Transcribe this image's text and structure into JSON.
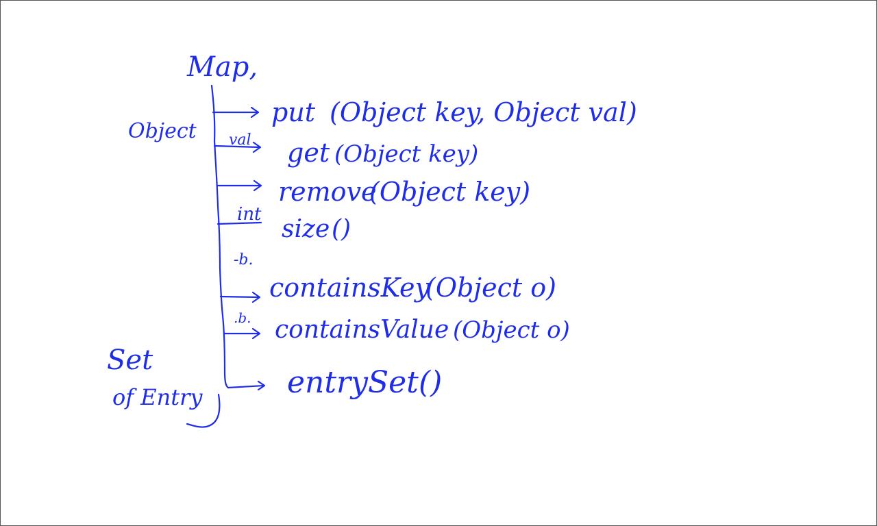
{
  "ink_color": "#1f2ee6",
  "background_color": "#ffffff",
  "heading": "Map,",
  "return_labels": {
    "object": "Object",
    "val": "val",
    "int": "int",
    "bool_1": "-b.",
    "bool_2": ".b.",
    "set_line1": "Set",
    "set_line2": "of Entry"
  },
  "methods": [
    {
      "name": "put",
      "args": "(Object key, Object val)"
    },
    {
      "name": "get",
      "args": "(Object key)"
    },
    {
      "name": "remove",
      "args": "(Object key)"
    },
    {
      "name": "size",
      "args": "()"
    },
    {
      "name": "containsKey",
      "args": "(Object o)"
    },
    {
      "name": "containsValue",
      "args": "(Object o)"
    },
    {
      "name": "entrySet",
      "args": "()"
    }
  ]
}
